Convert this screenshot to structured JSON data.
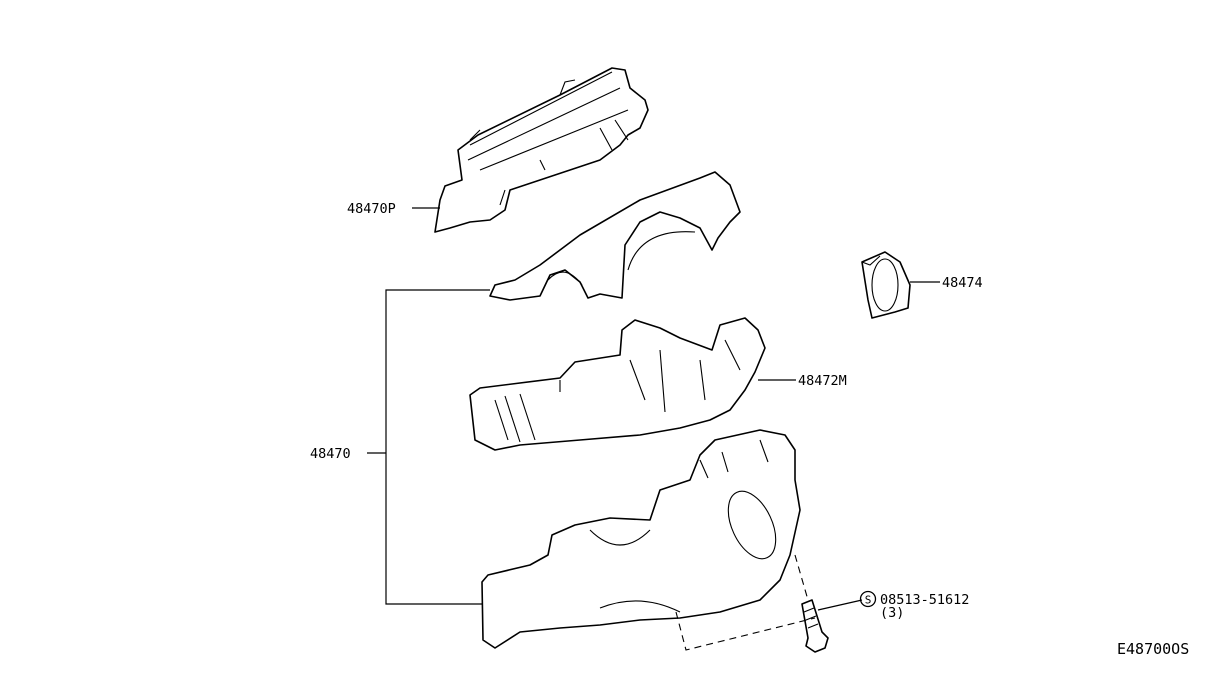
{
  "diagram": {
    "parts": [
      {
        "id": "upper-finisher",
        "label": "48470P"
      },
      {
        "id": "upper-cover",
        "label": "48470"
      },
      {
        "id": "ring",
        "label": "48474"
      },
      {
        "id": "middle-cover",
        "label": "48472M"
      },
      {
        "id": "screw",
        "label": "08513-51612",
        "qty": "(3)",
        "symbol": "S"
      }
    ],
    "figure_code": "E48700OS"
  }
}
